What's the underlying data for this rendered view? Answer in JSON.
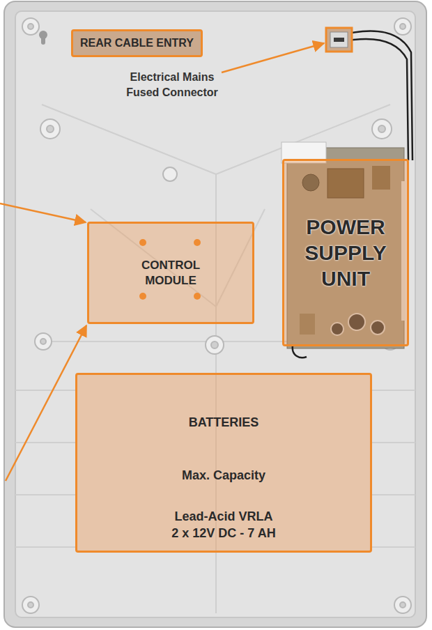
{
  "diagram": {
    "nodes": [
      {
        "text": [
          "REAR CABLE ENTRY"
        ]
      },
      {
        "text": [
          "POWER SUPPLY UNIT"
        ]
      },
      {
        "text": [
          "CONTROL MODULE"
        ]
      },
      {
        "text": [
          "BATTERIES",
          "Max. Capacity",
          "Lead-Acid VRLA 2 x 12V DC - 7 AH"
        ]
      }
    ],
    "labels": [
      "Electrical Mains Fused Connector"
    ]
  }
}
